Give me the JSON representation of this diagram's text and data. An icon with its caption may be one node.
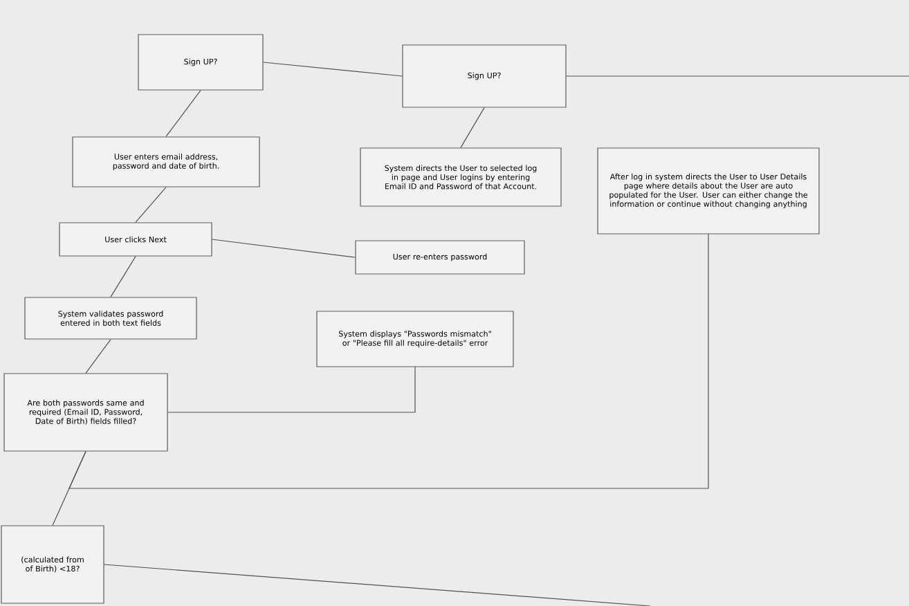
{
  "diagram": {
    "nodes": [
      {
        "text": [
          "Sign UP?"
        ]
      },
      {
        "text": [
          "Sign UP?"
        ]
      },
      {
        "text": [
          "User enters email address, password and date of birth."
        ]
      },
      {
        "text": [
          "System directs the User to selected log in page and User logins by entering Email ID and Password of that Account."
        ]
      },
      {
        "text": [
          "After log in system directs the User to User Details page where details about the User are auto populated for the User. User can either change the information or continue without changing anything"
        ]
      },
      {
        "text": [
          "User clicks Next"
        ]
      },
      {
        "text": [
          "User re-enters password"
        ]
      },
      {
        "text": [
          "System validates password entered in both text fields"
        ]
      },
      {
        "text": [
          "System displays \"Passwords mismatch\" or \"Please fill all require-details\" error"
        ]
      },
      {
        "text": [
          "Are both passwords same and required (Email ID, Password, Date of Birth) fields filled?"
        ]
      },
      {
        "text": [
          "(calculated from of Birth) <18?"
        ]
      }
    ],
    "edges": [
      {
        "from": 0,
        "to": 1,
        "arrow": "none"
      },
      {
        "from": 1,
        "to": null,
        "arrow": "none"
      },
      {
        "from": 1,
        "to": 3,
        "arrow": "none"
      },
      {
        "from": 0,
        "to": 2,
        "arrow": "none"
      },
      {
        "from": 2,
        "to": 5,
        "arrow": "none"
      },
      {
        "from": 5,
        "to": 6,
        "arrow": "none"
      },
      {
        "from": 5,
        "to": 7,
        "arrow": "none"
      },
      {
        "from": 7,
        "to": 9,
        "arrow": "none"
      },
      {
        "from": 9,
        "to": 8,
        "arrow": "none"
      },
      {
        "from": 9,
        "to": 10,
        "arrow": "none"
      },
      {
        "from": 9,
        "to": 4,
        "arrow": "none"
      },
      {
        "from": 10,
        "to": null,
        "arrow": "none"
      }
    ]
  }
}
